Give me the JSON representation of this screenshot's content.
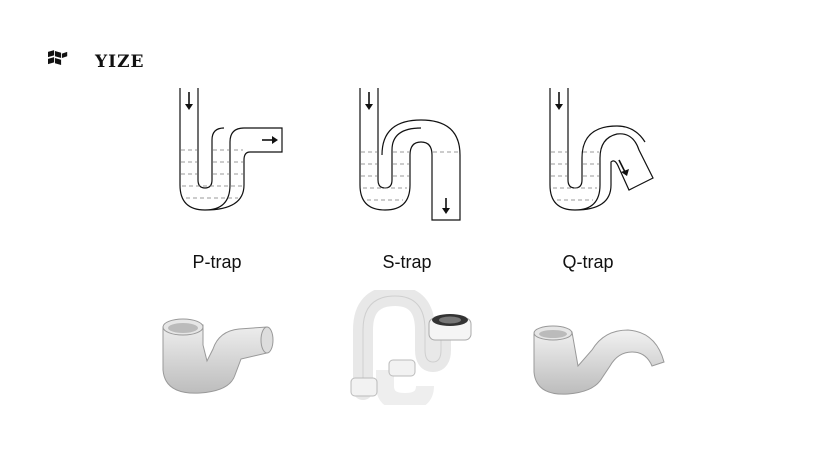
{
  "brand": {
    "name": "YIZE"
  },
  "traps": [
    {
      "label": "P-trap"
    },
    {
      "label": "S-trap"
    },
    {
      "label": "Q-trap"
    }
  ],
  "icons": [
    "logo-icon",
    "flow-arrow-icon"
  ],
  "colors": {
    "pipe_outline": "#111111",
    "water_lines": "#666666",
    "pvc_gray": "#d9d9d9",
    "pvc_white": "#f4f4f4"
  }
}
